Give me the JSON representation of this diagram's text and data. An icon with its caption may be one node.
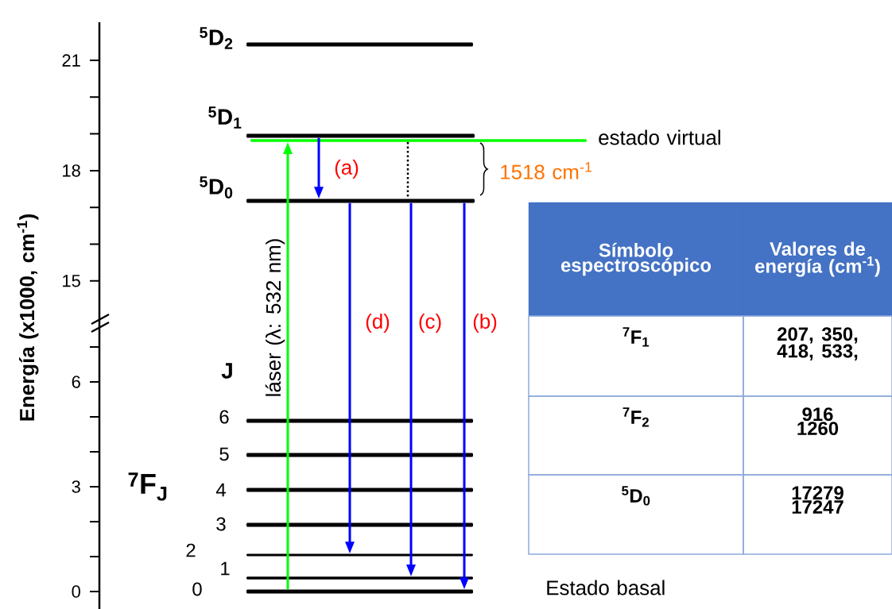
{
  "diagram": {
    "nodes": [
      {
        "text": [],
        "shape": "bar",
        "beside": [
          "$^{5}$D$_{2}$"
        ]
      },
      {
        "text": [],
        "shape": "bar",
        "beside": [
          "$^{5}$D$_{1}$"
        ]
      },
      {
        "text": [],
        "shape": "bar",
        "beside": [
          "estado virtual"
        ]
      },
      {
        "text": [],
        "shape": "bar",
        "beside": [
          "$^{5}$D$_{0}$"
        ]
      },
      {
        "text": [],
        "shape": "bar",
        "beside": [
          "6"
        ]
      },
      {
        "text": [],
        "shape": "bar",
        "beside": [
          "5"
        ]
      },
      {
        "text": [],
        "shape": "bar",
        "beside": [
          "4"
        ]
      },
      {
        "text": [],
        "shape": "bar",
        "beside": [
          "3"
        ]
      },
      {
        "text": [],
        "shape": "bar",
        "beside": [
          "2"
        ]
      },
      {
        "text": [],
        "shape": "bar",
        "beside": [
          "1"
        ]
      },
      {
        "text": [],
        "shape": "bar",
        "beside": [
          "0",
          "Estado basal"
        ]
      }
    ],
    "edges": [
      {
        "from": 10,
        "to": 2,
        "arrow": "to",
        "label": "láser (λ: 532 nm)",
        "color": "#00ff00"
      },
      {
        "from": 1,
        "to": 3,
        "arrow": "to",
        "label": "(a)"
      },
      {
        "from": 3,
        "to": 8,
        "arrow": "to",
        "label": "(d)"
      },
      {
        "from": 3,
        "to": 9,
        "arrow": "to",
        "label": "(c)"
      },
      {
        "from": 3,
        "to": 10,
        "arrow": "to",
        "label": "(b)"
      },
      {
        "from": 2,
        "to": 3,
        "arrow": "none",
        "style": "dashed",
        "color": "#000000"
      }
    ],
    "labels": [
      "21",
      "18",
      "15",
      "6",
      "3",
      "0",
      "Energía (x1000, cm$^{-1}$)",
      "J",
      "$^{7}$F$_{J}$",
      "1518 cm$^{-1}$",
      "Símbolo espectroscópico",
      "Valores de energía (cm$^{-1}$)",
      "$^{7}$F$_{1}$",
      "207, 350, 418, 533,",
      "$^{7}$F$_{2}$",
      "916 1260",
      "$^{5}$D$_{0}$",
      "17279 17247"
    ]
  }
}
